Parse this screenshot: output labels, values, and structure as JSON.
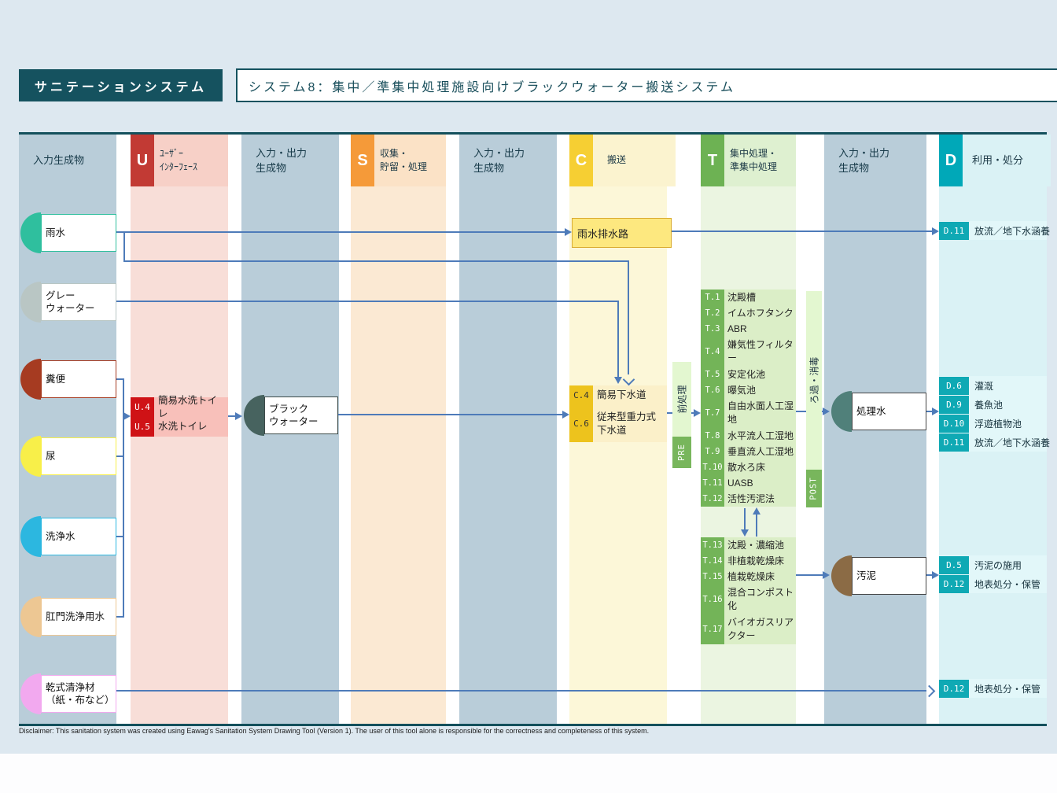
{
  "header": {
    "app_title": "サニテーションシステム",
    "system_title": "システム8：集中／準集中処理施設向けブラックウォーター搬送システム"
  },
  "columns": {
    "inputs": {
      "label": "入力生成物"
    },
    "u": {
      "letter": "U",
      "label": "ﾕｰｻﾞｰ\nｲﾝﾀｰﾌｪｰｽ",
      "color": "#c23a34"
    },
    "io_a": {
      "label": "入力・出力\n生成物"
    },
    "s": {
      "letter": "S",
      "label": "収集・\n貯留・処理",
      "color": "#f59a39"
    },
    "io_b": {
      "label": "入力・出力\n生成物"
    },
    "c": {
      "letter": "C",
      "label": "搬送",
      "color": "#f6cf33"
    },
    "t": {
      "letter": "T",
      "label": "集中処理・\n準集中処理",
      "color": "#6db253"
    },
    "io_c": {
      "label": "入力・出力\n生成物"
    },
    "d": {
      "letter": "D",
      "label": "利用・処分",
      "color": "#00a8b8"
    }
  },
  "inputs": [
    {
      "label": "雨水",
      "color": "#2fbf9e"
    },
    {
      "label": "グレー\nウォーター",
      "color": "#b9c6c4"
    },
    {
      "label": "糞便",
      "color": "#a63b21"
    },
    {
      "label": "尿",
      "color": "#f8ef49"
    },
    {
      "label": "洗浄水",
      "color": "#2cb7e0"
    },
    {
      "label": "肛門洗浄用水",
      "color": "#edc793"
    },
    {
      "label": "乾式清浄材\n（紙・布など）",
      "color": "#f2a9ef"
    }
  ],
  "user_interface": {
    "badge_color": "#cf1216",
    "items": [
      {
        "code": "U.4",
        "label": "簡易水洗トイレ"
      },
      {
        "code": "U.5",
        "label": "水洗トイレ"
      }
    ]
  },
  "collection": {
    "blackwater": {
      "label": "ブラック\nウォーター",
      "color": "#47635f"
    }
  },
  "conveyance": {
    "badge_color": "#edc31d",
    "storm_drain": "雨水排水路",
    "items": [
      {
        "code": "C.4",
        "label": "簡易下水道"
      },
      {
        "code": "C.6",
        "label": "従来型重力式\n下水道"
      }
    ]
  },
  "treatment": {
    "badge_color": "#73b458",
    "pre": {
      "jp": "前処理",
      "en": "PRE"
    },
    "post": {
      "jp": "ろ過・消毒",
      "en": "POST"
    },
    "liquid_items": [
      {
        "code": "T.1",
        "label": "沈殿槽"
      },
      {
        "code": "T.2",
        "label": "イムホフタンク"
      },
      {
        "code": "T.3",
        "label": "ABR"
      },
      {
        "code": "T.4",
        "label": "嫌気性フィルター"
      },
      {
        "code": "T.5",
        "label": "安定化池"
      },
      {
        "code": "T.6",
        "label": "曝気池"
      },
      {
        "code": "T.7",
        "label": "自由水面人工湿地"
      },
      {
        "code": "T.8",
        "label": "水平流人工湿地"
      },
      {
        "code": "T.9",
        "label": "垂直流人工湿地"
      },
      {
        "code": "T.10",
        "label": "散水ろ床"
      },
      {
        "code": "T.11",
        "label": "UASB"
      },
      {
        "code": "T.12",
        "label": "活性汚泥法"
      }
    ],
    "sludge_items": [
      {
        "code": "T.13",
        "label": "沈殿・濃縮池"
      },
      {
        "code": "T.14",
        "label": "非植栽乾燥床"
      },
      {
        "code": "T.15",
        "label": "植栽乾燥床"
      },
      {
        "code": "T.16",
        "label": "混合コンポスト化"
      },
      {
        "code": "T.17",
        "label": "バイオガスリアクター"
      }
    ]
  },
  "outputs": {
    "treated_water": {
      "label": "処理水",
      "color": "#50807a"
    },
    "sludge": {
      "label": "汚泥",
      "color": "#8b6b45"
    }
  },
  "use_disposal": {
    "badge_color": "#0fa9b4",
    "storm_items": [
      {
        "code": "D.11",
        "label": "放流／地下水涵養"
      }
    ],
    "water_items": [
      {
        "code": "D.6",
        "label": "灌漑"
      },
      {
        "code": "D.9",
        "label": "養魚池"
      },
      {
        "code": "D.10",
        "label": "浮遊植物池"
      },
      {
        "code": "D.11",
        "label": "放流／地下水涵養"
      }
    ],
    "sludge_items": [
      {
        "code": "D.5",
        "label": "汚泥の施用"
      },
      {
        "code": "D.12",
        "label": "地表処分・保管"
      }
    ],
    "dry_items": [
      {
        "code": "D.12",
        "label": "地表処分・保管"
      }
    ]
  },
  "disclaimer": "Disclaimer: This sanitation system was created using Eawag's Sanitation System Drawing Tool (Version 1). The user of this tool alone is responsible for the correctness and completeness of this system."
}
